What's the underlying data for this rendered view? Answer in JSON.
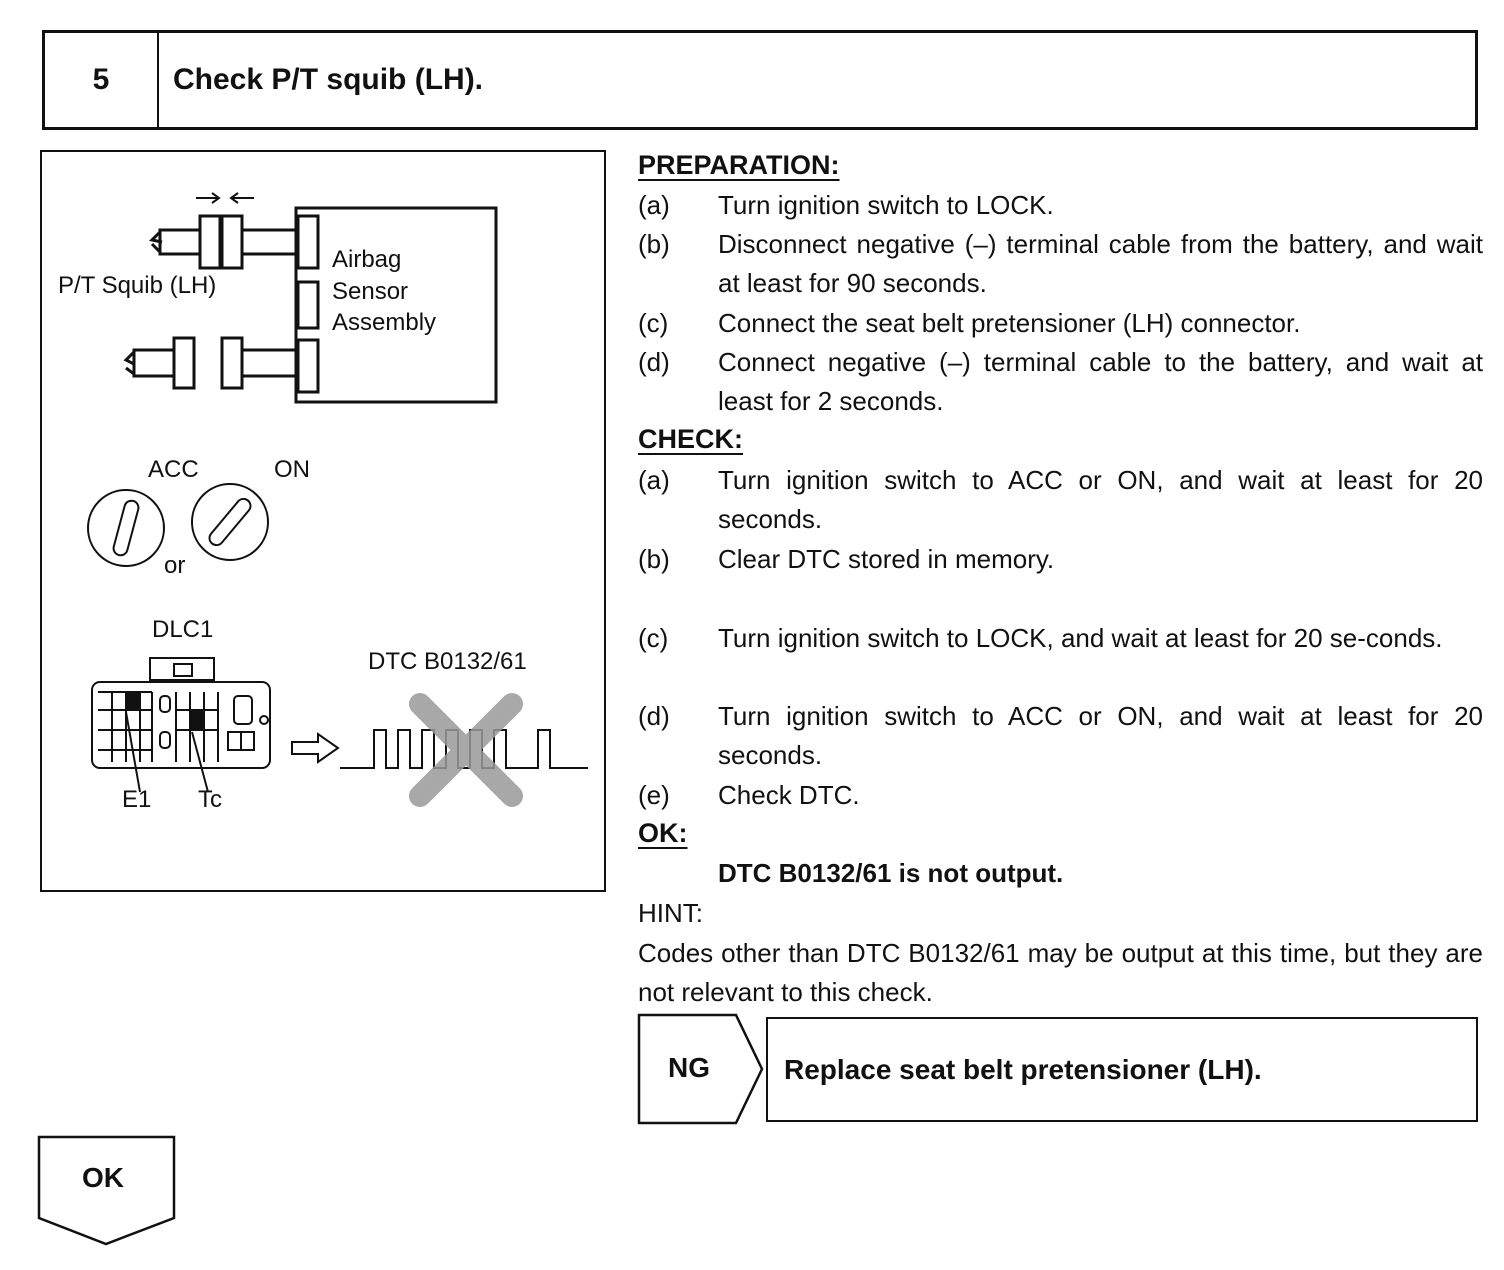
{
  "header": {
    "step_number": "5",
    "title": "Check P/T squib (LH)."
  },
  "figure": {
    "squib_label": "P/T  Squib (LH)",
    "sensor_label_1": "Airbag",
    "sensor_label_2": "Sensor",
    "sensor_label_3": "Assembly",
    "acc_label": "ACC",
    "on_label": "ON",
    "or_label": "or",
    "dlc_label": "DLC1",
    "e1_label": "E1",
    "tc_label": "Tc",
    "dtc_label": "DTC B0132/61"
  },
  "preparation": {
    "heading": "PREPARATION:",
    "steps": [
      {
        "label": "(a)",
        "text": "Turn ignition switch to LOCK."
      },
      {
        "label": "(b)",
        "text": "Disconnect negative (–) terminal cable from the battery, and wait at least for 90 seconds."
      },
      {
        "label": "(c)",
        "text": "Connect the seat belt pretensioner (LH) connector."
      },
      {
        "label": "(d)",
        "text": "Connect negative (–) terminal cable to the battery, and wait at least for 2 seconds."
      }
    ]
  },
  "check": {
    "heading": "CHECK:",
    "steps": [
      {
        "label": "(a)",
        "text": "Turn ignition switch to ACC or ON, and wait at least for 20 seconds."
      },
      {
        "label": "(b)",
        "text": "Clear DTC stored in memory."
      },
      {
        "label": "(c)",
        "text": "Turn ignition switch to LOCK, and wait at least for 20 se-conds."
      },
      {
        "label": "(d)",
        "text": "Turn ignition switch to ACC or ON, and wait at least for 20 seconds."
      },
      {
        "label": "(e)",
        "text": "Check DTC."
      }
    ]
  },
  "ok": {
    "heading": "OK:",
    "result": "DTC B0132/61 is not output."
  },
  "hint": {
    "heading": "HINT:",
    "text": "Codes other than DTC B0132/61 may be output at this time, but they are not relevant to this check."
  },
  "ng": {
    "label": "NG",
    "action": "Replace seat belt pretensioner (LH)."
  },
  "ok_flow": {
    "label": "OK"
  }
}
